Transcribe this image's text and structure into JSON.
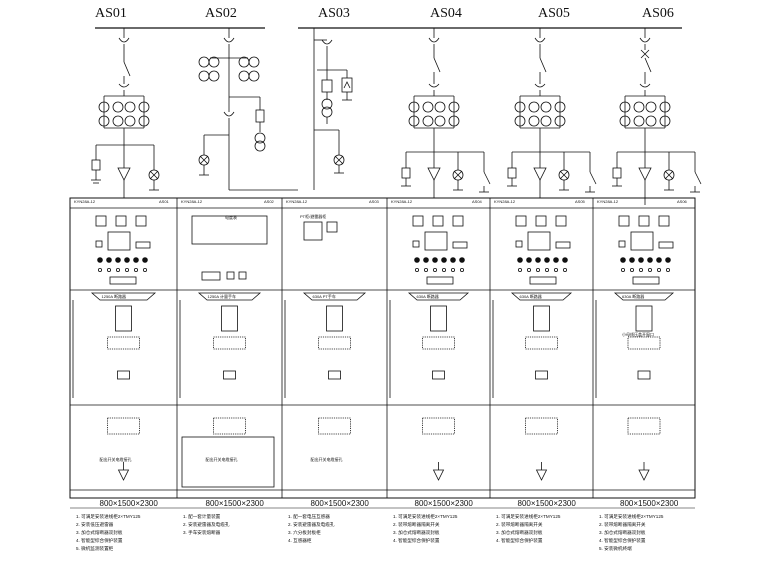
{
  "panels": [
    {
      "name": "AS01",
      "dimension": "800×1500×2300",
      "cabinet_no": "KYN28A-12",
      "cabinet_id": "AS01",
      "cabinet_label": "",
      "lower_label": "配出开关电缆接孔",
      "breaker_label": "1250A  断路器",
      "notes": [
        "1. 可满足安装进线柜2×TMY125",
        "2. 安装低压避雷器",
        "3. 加仓式熔断器双封板",
        "4. 智能型综合保护装置",
        "5. 微机监测装置柜"
      ]
    },
    {
      "name": "AS02",
      "dimension": "800×1500×2300",
      "cabinet_no": "KYN28A-12",
      "cabinet_id": "AS02",
      "cabinet_label": "",
      "lower_label": "配出开关电缆接孔",
      "breaker_label": "1250A  计量手车",
      "notes": [
        "1. 配一套计量装置",
        "2. 安装避雷器及电缆孔",
        "3. 手车安装熔断器"
      ]
    },
    {
      "name": "AS03",
      "dimension": "800×1500×2300",
      "cabinet_no": "KYN28A-12",
      "cabinet_id": "AS03",
      "cabinet_label": "PT柜/避雷器柜",
      "lower_label": "配出开关电缆接孔",
      "breaker_label": "630A  PT手车",
      "notes": [
        "1. 配一套电压互感器",
        "2. 安装避雷器及电缆孔",
        "3. 六分板封板柜",
        "4. 互感器柜"
      ]
    },
    {
      "name": "AS04",
      "dimension": "800×1500×2300",
      "cabinet_no": "KYN28A-12",
      "cabinet_id": "AS04",
      "cabinet_label": "",
      "lower_label": "",
      "breaker_label": "630A  断路器",
      "notes": [
        "1. 可满足安装进线柜2×TMY125",
        "2. 装带熔断器隔离开关",
        "3. 加仓式熔断器双封板",
        "4. 智能型综合保护装置"
      ]
    },
    {
      "name": "AS05",
      "dimension": "800×1500×2300",
      "cabinet_no": "KYN28A-12",
      "cabinet_id": "AS05",
      "cabinet_label": "",
      "lower_label": "",
      "breaker_label": "630A  断路器",
      "notes": [
        "1. 可满足安装进线柜2×TMY125",
        "2. 装带熔断器隔离开关",
        "3. 加仓式熔断器双封板",
        "4. 智能型综合保护装置"
      ]
    },
    {
      "name": "AS06",
      "dimension": "800×1500×2300",
      "cabinet_no": "KYN28A-12",
      "cabinet_id": "AS06",
      "cabinet_label": "",
      "lower_label": "",
      "breaker_label": "630A  断路器",
      "notes": [
        "1. 可满足安装进线柜2×TMY125",
        "2. 装带熔断器隔离开关",
        "3. 加仓式熔断器双封板",
        "4. 智能型综合保护装置",
        "5. 安装微机终端"
      ]
    }
  ],
  "annotations": {
    "as02_meter_label": "电度表",
    "as06_middle_label": "小母线压盖开窗口"
  },
  "colors": {
    "line": "#111111",
    "background": "#ffffff"
  }
}
